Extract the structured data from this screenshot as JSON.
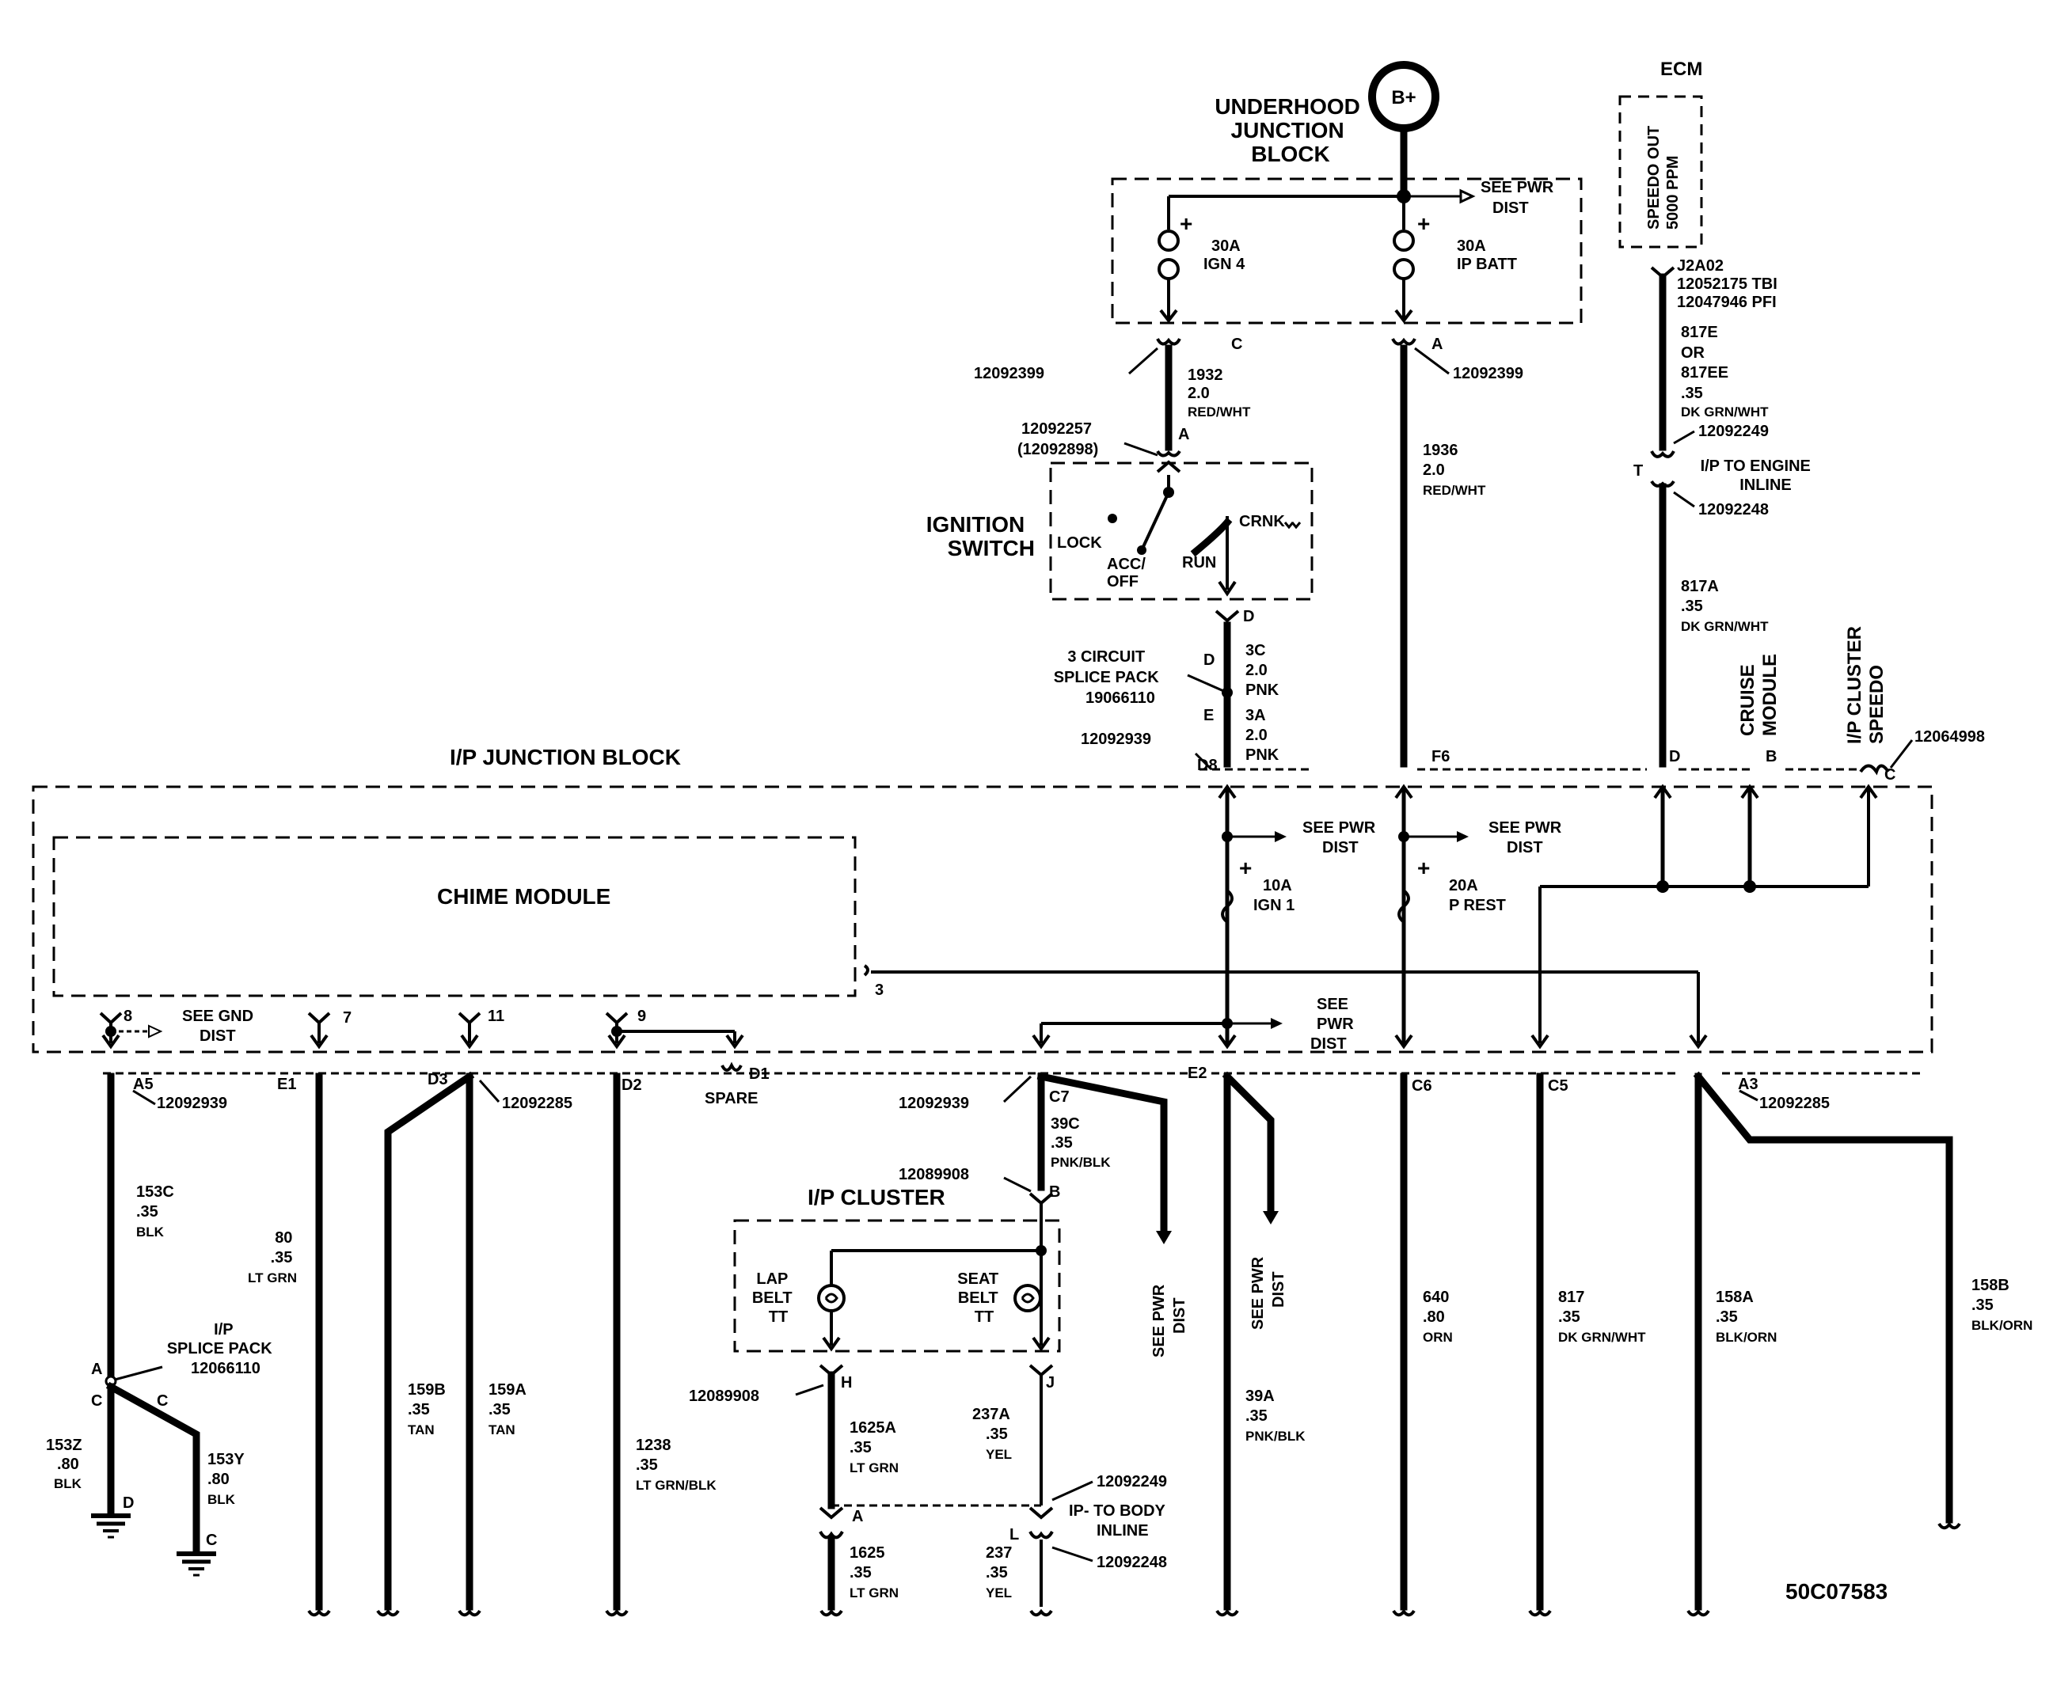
{
  "junction": {
    "source": "B+",
    "underhood_title": [
      "UNDERHOOD",
      "JUNCTION",
      "BLOCK"
    ],
    "ip_title": "I/P JUNCTION BLOCK",
    "see_pwr_dist": [
      "SEE PWR",
      "DIST"
    ],
    "see_pwr_dist_3": [
      "SEE",
      "PWR",
      "DIST"
    ],
    "see_gnd_dist": [
      "SEE GND",
      "DIST"
    ],
    "see_pwr_dist_vertical": [
      "SEE PWR",
      "DIST"
    ]
  },
  "fuses": {
    "ign4": [
      "30A",
      "IGN 4"
    ],
    "ipbatt": [
      "30A",
      "IP BATT"
    ],
    "ign1": [
      "10A",
      "IGN 1"
    ],
    "prest": [
      "20A",
      "P REST"
    ]
  },
  "ecm": {
    "title": "ECM",
    "speedo": [
      "SPEEDO OUT",
      "5000 PPM"
    ],
    "term": [
      "J2A02",
      "12052175 TBI",
      "12047946 PFI"
    ],
    "wire_a": [
      "817E",
      "OR",
      "817EE",
      ".35",
      "DK GRN/WHT"
    ],
    "conn_top": "12092249",
    "conn_pin": "T",
    "inline_label": [
      "I/P TO ENGINE",
      "INLINE"
    ],
    "conn_bot": "12092248",
    "wire_b": [
      "817A",
      ".35",
      "DK GRN/WHT"
    ]
  },
  "ignition": {
    "title": [
      "IGNITION",
      "SWITCH"
    ],
    "conn": [
      "12092257",
      "(12092898)"
    ],
    "pin_a": "A",
    "lock": "LOCK",
    "acc": [
      "ACC/",
      "OFF"
    ],
    "run": "RUN",
    "crnk": "CRNK"
  },
  "upper": {
    "pin_c": "C",
    "pin_a": "A",
    "conn_left": "12092399",
    "conn_right": "12092399",
    "wire_1932": [
      "1932",
      "2.0",
      "RED/WHT"
    ],
    "wire_1936": [
      "1936",
      "2.0",
      "RED/WHT"
    ],
    "pin_d": "D",
    "splice_pack": [
      "3 CIRCUIT",
      "SPLICE PACK",
      "19066110"
    ],
    "splice_d": "D",
    "splice_e": "E",
    "wire_3c": [
      "3C",
      "2.0",
      "PNK"
    ],
    "wire_3a": [
      "3A",
      "2.0",
      "PNK"
    ],
    "conn_d8": "12092939",
    "pin_d8": "D8",
    "pin_f6": "F6",
    "pin_cruise_d": "D",
    "pin_cruise_b": "B",
    "pin_speedo_c": "C",
    "cruise": [
      "CRUISE",
      "MODULE"
    ],
    "cluster_speedo": [
      "I/P CLUSTER",
      "SPEEDO"
    ],
    "conn_speedo": "12064998"
  },
  "chime": {
    "title": "CHIME MODULE",
    "pins": [
      "8",
      "7",
      "11",
      "9",
      "3"
    ]
  },
  "bottom_pins": {
    "a5": "A5",
    "e1": "E1",
    "d3": "D3",
    "d2": "D2",
    "d1": "D1",
    "spare": "SPARE",
    "c7": "C7",
    "e2": "E2",
    "c6": "C6",
    "c5": "C5",
    "a3": "A3",
    "conn_a5": "12092939",
    "conn_d3": "12092285",
    "conn_c7": "12092939",
    "conn_a3": "12092285"
  },
  "cluster": {
    "title": "I/P CLUSTER",
    "conn_b": "12089908",
    "pin_b": "B",
    "lap": [
      "LAP",
      "BELT",
      "TT"
    ],
    "seat": [
      "SEAT",
      "BELT",
      "TT"
    ],
    "conn_h": "12089908",
    "pin_h": "H",
    "pin_j": "J",
    "wire_1625a": [
      "1625A",
      ".35",
      "LT GRN"
    ],
    "wire_237a": [
      "237A",
      ".35",
      "YEL"
    ],
    "inline_conn_top": "12092249",
    "inline_label": [
      "IP- TO BODY",
      "INLINE"
    ],
    "inline_conn_bot": "12092248",
    "pin_a": "A",
    "pin_l": "L",
    "wire_1625": [
      "1625",
      ".35",
      "LT GRN"
    ],
    "wire_237": [
      "237",
      ".35",
      "YEL"
    ]
  },
  "wires": {
    "w39c": [
      "39C",
      ".35",
      "PNK/BLK"
    ],
    "w153c": [
      "153C",
      ".35",
      "BLK"
    ],
    "w80": [
      "80",
      ".35",
      "LT GRN"
    ],
    "splice": [
      "I/P",
      "SPLICE PACK",
      "12066110"
    ],
    "splice_a": "A",
    "splice_c1": "C",
    "splice_c2": "C",
    "w153z": [
      "153Z",
      ".80",
      "BLK"
    ],
    "w153y": [
      "153Y",
      ".80",
      "BLK"
    ],
    "gnd_d": "D",
    "gnd_c": "C",
    "w159b": [
      "159B",
      ".35",
      "TAN"
    ],
    "w159a": [
      "159A",
      ".35",
      "TAN"
    ],
    "w1238": [
      "1238",
      ".35",
      "LT GRN/BLK"
    ],
    "w39a": [
      "39A",
      ".35",
      "PNK/BLK"
    ],
    "w640": [
      "640",
      ".80",
      "ORN"
    ],
    "w817": [
      "817",
      ".35",
      "DK GRN/WHT"
    ],
    "w158a": [
      "158A",
      ".35",
      "BLK/ORN"
    ],
    "w158b": [
      "158B",
      ".35",
      "BLK/ORN"
    ]
  },
  "doc_id": "50C07583"
}
